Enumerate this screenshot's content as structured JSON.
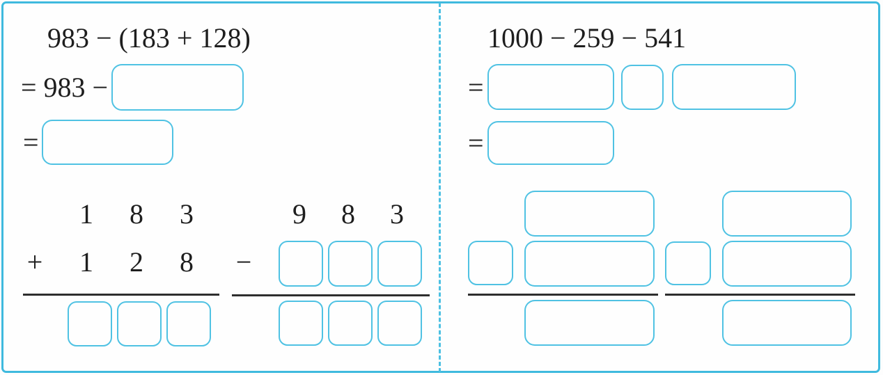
{
  "colors": {
    "accent_cyan": "#4fc2e3",
    "border_cyan": "#3fbade",
    "rule_dark": "#2e2e2e",
    "text": "#1e1e1e"
  },
  "left": {
    "expression": "983 − (183 + 128)",
    "step1_prefix": "= 983 −",
    "step2_equals": "=",
    "addition": {
      "row1": [
        "1",
        "8",
        "3"
      ],
      "operator": "+",
      "row2": [
        "1",
        "2",
        "8"
      ]
    },
    "subtraction": {
      "row1": [
        "9",
        "8",
        "3"
      ],
      "operator": "−"
    }
  },
  "right": {
    "expression": "1000 − 259 − 541",
    "step1_equals": "=",
    "step2_equals": "="
  }
}
